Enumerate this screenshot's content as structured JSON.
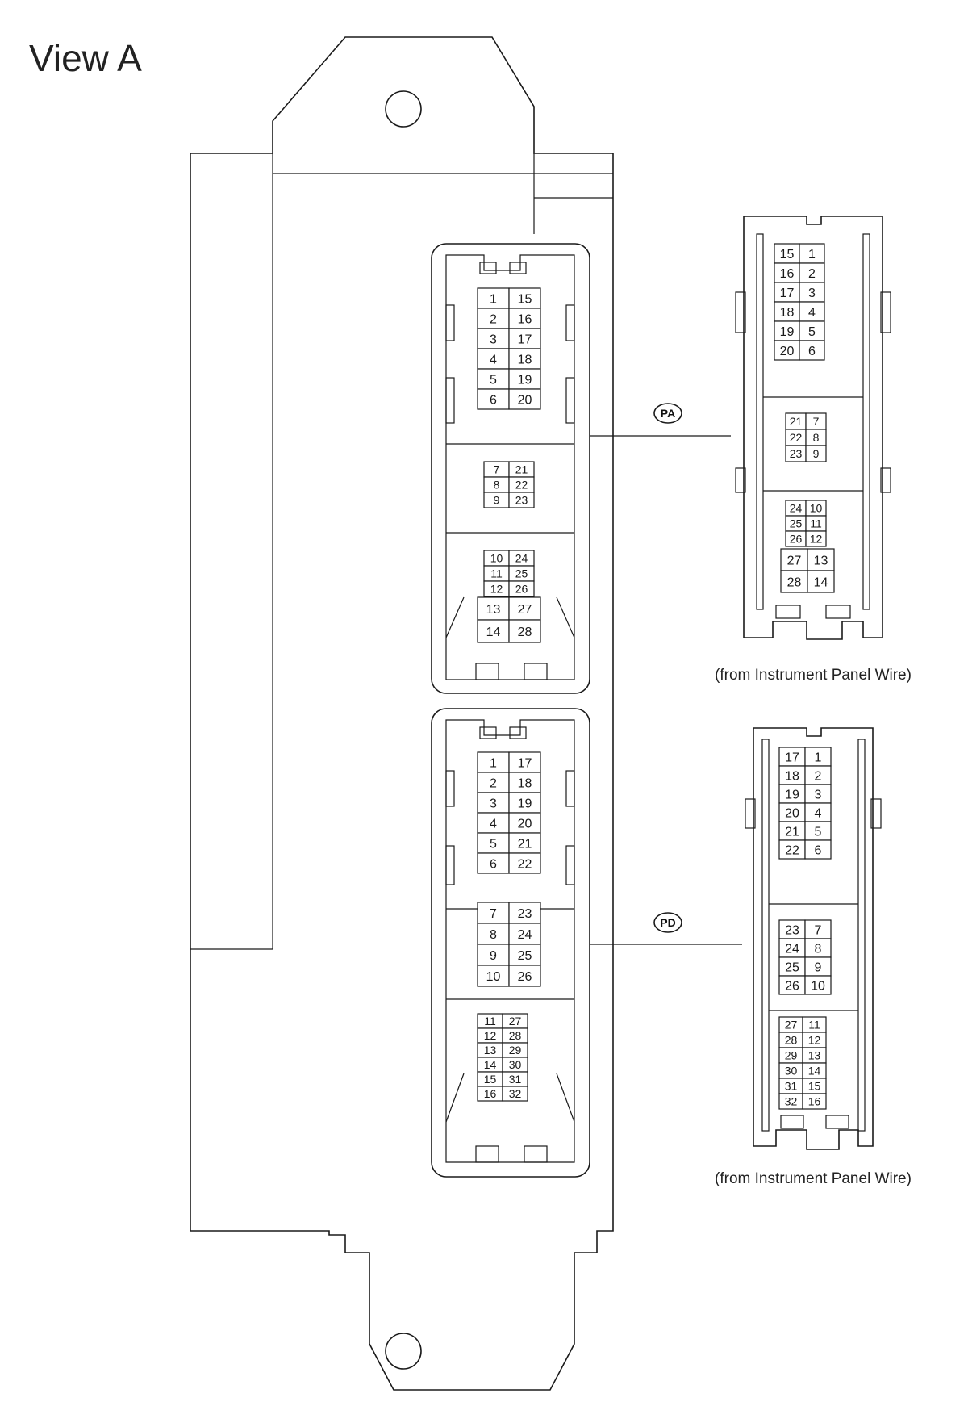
{
  "title": "View A",
  "ecu_connectors": [
    {
      "id": "PA",
      "blocks": [
        [
          [
            "1",
            "15"
          ],
          [
            "2",
            "16"
          ],
          [
            "3",
            "17"
          ],
          [
            "4",
            "18"
          ],
          [
            "5",
            "19"
          ],
          [
            "6",
            "20"
          ]
        ],
        [
          [
            "7",
            "21"
          ],
          [
            "8",
            "22"
          ],
          [
            "9",
            "23"
          ]
        ],
        [
          [
            "10",
            "24"
          ],
          [
            "11",
            "25"
          ],
          [
            "12",
            "26"
          ]
        ],
        [
          [
            "13",
            "27"
          ],
          [
            "14",
            "28"
          ]
        ]
      ]
    },
    {
      "id": "PD",
      "blocks": [
        [
          [
            "1",
            "17"
          ],
          [
            "2",
            "18"
          ],
          [
            "3",
            "19"
          ],
          [
            "4",
            "20"
          ],
          [
            "5",
            "21"
          ],
          [
            "6",
            "22"
          ]
        ],
        [
          [
            "7",
            "23"
          ],
          [
            "8",
            "24"
          ],
          [
            "9",
            "25"
          ],
          [
            "10",
            "26"
          ]
        ],
        [
          [
            "11",
            "27"
          ],
          [
            "12",
            "28"
          ],
          [
            "13",
            "29"
          ],
          [
            "14",
            "30"
          ],
          [
            "15",
            "31"
          ],
          [
            "16",
            "32"
          ]
        ]
      ]
    }
  ],
  "harness_connectors": [
    {
      "id": "PA",
      "label": "PA",
      "caption": "(from Instrument Panel Wire)",
      "blocks": [
        [
          [
            "15",
            "1"
          ],
          [
            "16",
            "2"
          ],
          [
            "17",
            "3"
          ],
          [
            "18",
            "4"
          ],
          [
            "19",
            "5"
          ],
          [
            "20",
            "6"
          ]
        ],
        [
          [
            "21",
            "7"
          ],
          [
            "22",
            "8"
          ],
          [
            "23",
            "9"
          ]
        ],
        [
          [
            "24",
            "10"
          ],
          [
            "25",
            "11"
          ],
          [
            "26",
            "12"
          ]
        ],
        [
          [
            "27",
            "13"
          ],
          [
            "28",
            "14"
          ]
        ]
      ]
    },
    {
      "id": "PD",
      "label": "PD",
      "caption": "(from Instrument Panel Wire)",
      "blocks": [
        [
          [
            "17",
            "1"
          ],
          [
            "18",
            "2"
          ],
          [
            "19",
            "3"
          ],
          [
            "20",
            "4"
          ],
          [
            "21",
            "5"
          ],
          [
            "22",
            "6"
          ]
        ],
        [
          [
            "23",
            "7"
          ],
          [
            "24",
            "8"
          ],
          [
            "25",
            "9"
          ],
          [
            "26",
            "10"
          ]
        ],
        [
          [
            "27",
            "11"
          ],
          [
            "28",
            "12"
          ],
          [
            "29",
            "13"
          ],
          [
            "30",
            "14"
          ],
          [
            "31",
            "15"
          ],
          [
            "32",
            "16"
          ]
        ]
      ]
    }
  ]
}
